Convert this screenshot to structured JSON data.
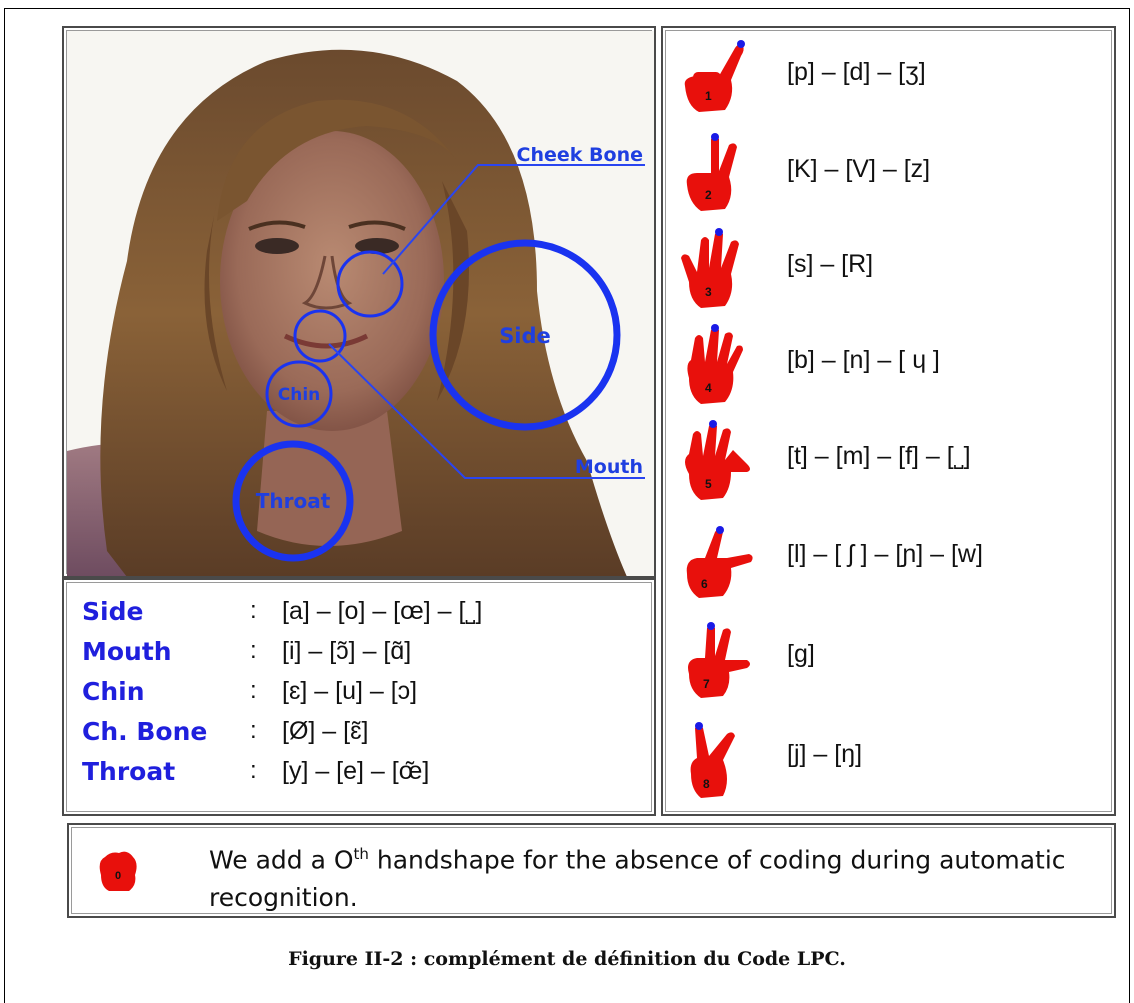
{
  "face_labels": {
    "cheek_bone": "Cheek Bone",
    "side": "Side",
    "mouth": "Mouth",
    "chin": "Chin",
    "throat": "Throat"
  },
  "legend": [
    {
      "zone": "Side",
      "colon": ":",
      "phonemes": "[a] – [o] – [œ] – [˽]"
    },
    {
      "zone": "Mouth",
      "colon": ":",
      "phonemes": "[i] – [ɔ̃] – [ɑ̃]"
    },
    {
      "zone": "Chin",
      "colon": ":",
      "phonemes": "[ɛ] – [u] – [ɔ]"
    },
    {
      "zone": "Ch. Bone",
      "colon": ":",
      "phonemes": "[Ø] – [ɛ̃]"
    },
    {
      "zone": "Throat",
      "colon": ":",
      "phonemes": "[y] – [e] – [œ̃]"
    }
  ],
  "handshapes": [
    {
      "number": "1",
      "phonemes": "[p] – [d] – [ʒ]"
    },
    {
      "number": "2",
      "phonemes": "[K] – [V] – [z]"
    },
    {
      "number": "3",
      "phonemes": "[s] – [R]"
    },
    {
      "number": "4",
      "phonemes": "[b] – [n] – [ ɥ ]"
    },
    {
      "number": "5",
      "phonemes": "[t] – [m] – [f] – [˽]"
    },
    {
      "number": "6",
      "phonemes": "[l] – [ ʃ ] – [ɲ] – [w]"
    },
    {
      "number": "7",
      "phonemes": "[g]"
    },
    {
      "number": "8",
      "phonemes": "[j] – [ŋ]"
    }
  ],
  "note": {
    "number": "0",
    "text_before": "We add a O",
    "superscript": "th",
    "text_after": " handshape for the absence of coding during automatic recognition."
  },
  "caption": "Figure II-2 : complément de définition du Code LPC.",
  "colors": {
    "label_blue": "#1f1fdd",
    "hand_red": "#e8100c",
    "fingertip_blue": "#1a1ae6"
  }
}
